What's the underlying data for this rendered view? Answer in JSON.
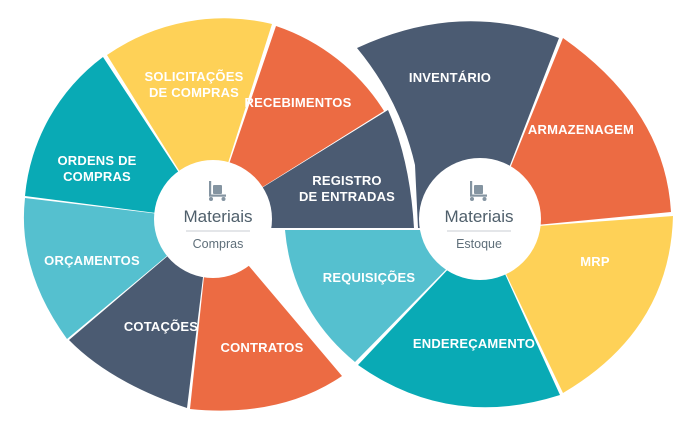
{
  "colors": {
    "teal": "#09aab5",
    "yellow": "#fed157",
    "orange": "#ec6b43",
    "navy": "#4b5b72",
    "light_blue": "#55c0cf",
    "icon": "#8494a1",
    "hub_divider": "#c9ced3"
  },
  "hubs": [
    {
      "title": "Materiais",
      "subtitle": "Compras",
      "icon": "pallet-jack-icon"
    },
    {
      "title": "Materiais",
      "subtitle": "Estoque",
      "icon": "pallet-jack-icon"
    }
  ],
  "segments": {
    "ordens": {
      "line1": "ORDENS DE",
      "line2": "COMPRAS"
    },
    "solicitacoes": {
      "line1": "SOLICITAÇÕES",
      "line2": "DE COMPRAS"
    },
    "recebimentos": {
      "line1": "RECEBIMENTOS"
    },
    "registro": {
      "line1": "REGISTRO",
      "line2": "DE ENTRADAS"
    },
    "orcamentos": {
      "line1": "ORÇAMENTOS"
    },
    "cotacoes": {
      "line1": "COTAÇÕES"
    },
    "contratos": {
      "line1": "CONTRATOS"
    },
    "inventario": {
      "line1": "INVENTÁRIO"
    },
    "armazenagem": {
      "line1": "ARMAZENAGEM"
    },
    "mrp": {
      "line1": "MRP"
    },
    "requisicoes": {
      "line1": "REQUISIÇÕES"
    },
    "enderecamento": {
      "line1": "ENDEREÇAMENTO"
    }
  }
}
